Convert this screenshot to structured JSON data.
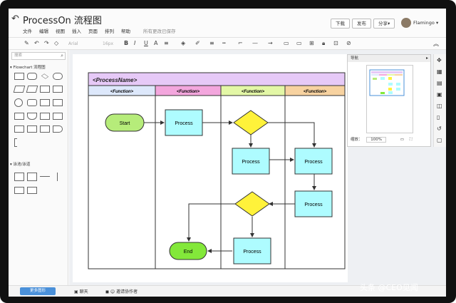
{
  "app": {
    "back_icon": "back-arrow-icon",
    "title": "ProcessOn 流程图",
    "menus": [
      "文件",
      "编辑",
      "视图",
      "插入",
      "页面",
      "排列",
      "帮助"
    ],
    "saved_status": "所有更改已保存",
    "download_label": "下载",
    "publish_label": "发布",
    "share_label": "分享▾",
    "user_name": "Flamingo ▾"
  },
  "toolbar": {
    "font_name": "Arial",
    "font_size": "16px",
    "bold": "B",
    "italic": "I",
    "underline": "U",
    "font_color": "A"
  },
  "left_panel": {
    "search_placeholder": "搜索",
    "section1": "▾ Flowchart 流程图",
    "section2": "▾ 泳池/泳道"
  },
  "diagram": {
    "pool_title": "<ProcessName>",
    "lanes": [
      "<Function>",
      "<Function>",
      "<Function>",
      "<Function>"
    ],
    "lane_colors": [
      "#dde8fb",
      "#f3a6dd",
      "#e3f7a6",
      "#f7d2a0"
    ],
    "start_label": "Start",
    "end_label": "End",
    "process_label": "Process"
  },
  "navigator": {
    "title": "导航",
    "zoom_label": "缩放：",
    "zoom_value": "100%"
  },
  "bottom": {
    "more_shapes": "更多图形",
    "chat": "聊天",
    "invite": "邀请协作者"
  },
  "watermark": "头条 @CEO见闻"
}
